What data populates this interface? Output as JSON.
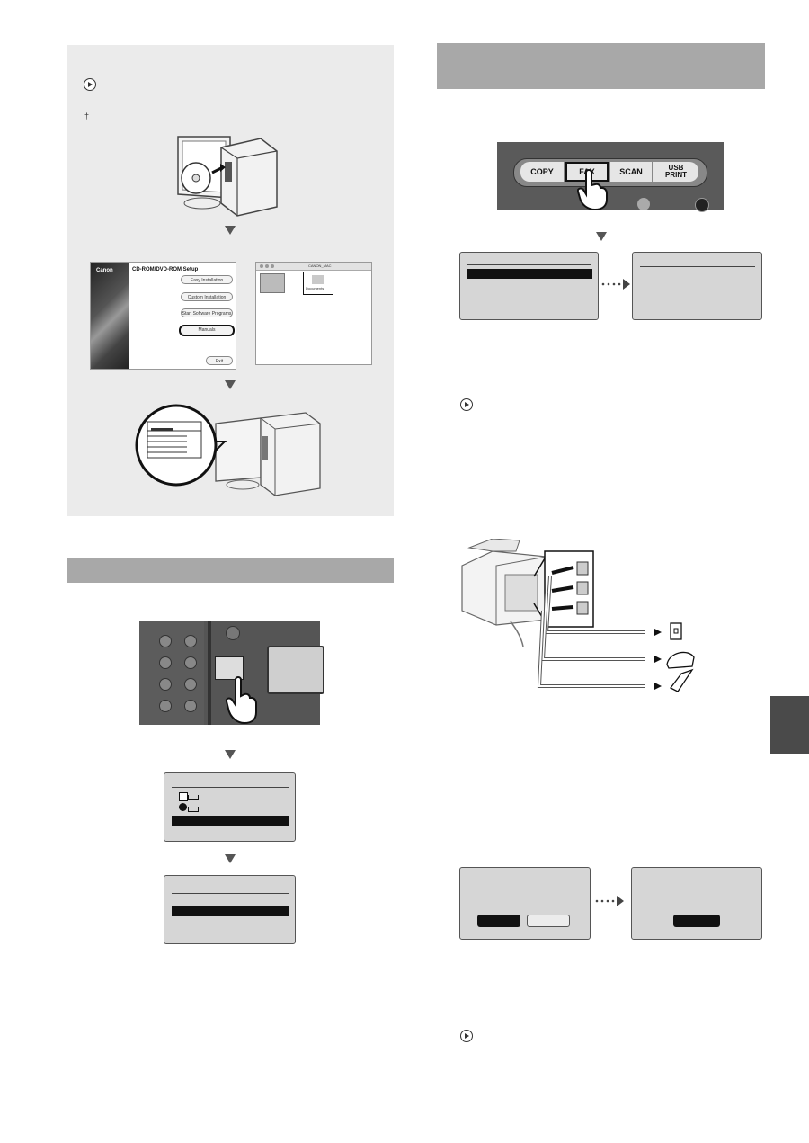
{
  "left": {
    "cd_window": {
      "brand": "Canon",
      "title": "CD-ROM/DVD-ROM Setup",
      "buttons": [
        "Easy Installation",
        "Custom Installation",
        "Start Software Programs",
        "Manuals",
        "Exit"
      ]
    },
    "mac_window": {
      "title": "CANON_MAC",
      "folder": "Documents"
    }
  },
  "right": {
    "control_panel": {
      "buttons": [
        "COPY",
        "FAX",
        "SCAN",
        "USB PRINT"
      ]
    }
  },
  "icons": {
    "bullet": "dagger-icon",
    "reference": "circle-arrow-icon"
  }
}
